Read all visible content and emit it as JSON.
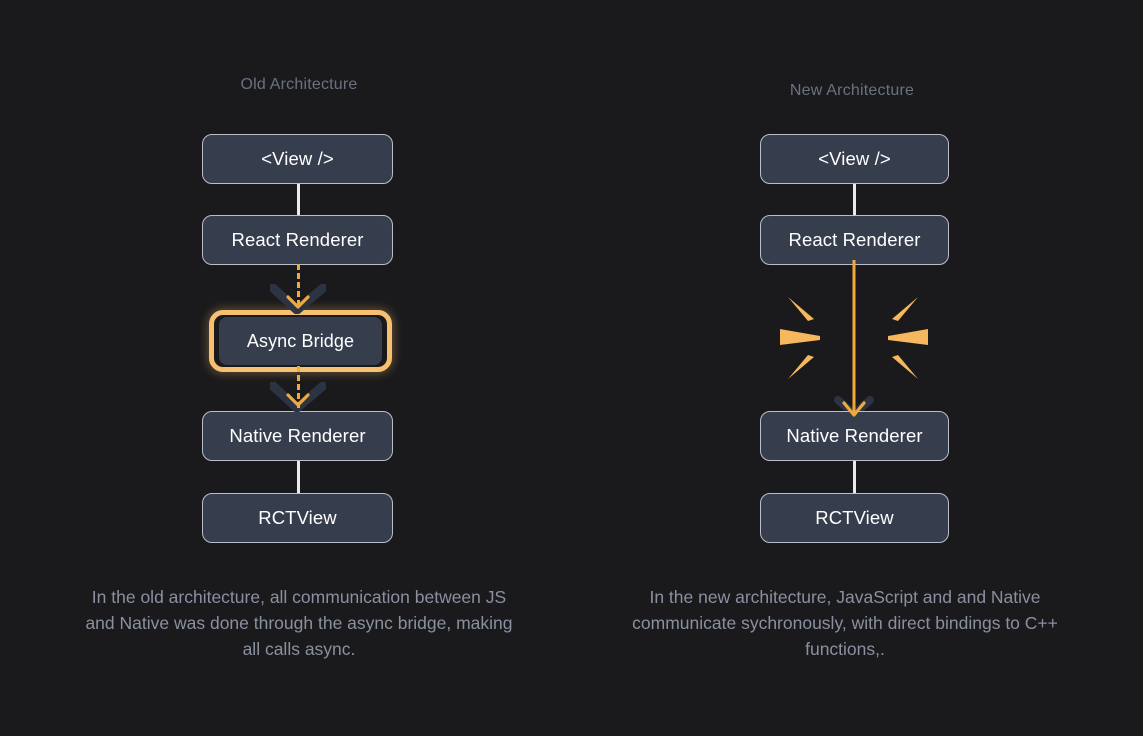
{
  "background_color": "#1a1a1c",
  "colors": {
    "node_fill": "#363d4d",
    "node_border": "#b9bec9",
    "node_text": "#ffffff",
    "accent_orange": "#f0a93c",
    "highlight_orange": "#f7c070",
    "heading_text": "#6b7183",
    "caption_text": "#8a90a0",
    "connector_line": "#e9eaee",
    "chevron_dark": "#2c3343"
  },
  "columns": {
    "old": {
      "title": "Old Architecture",
      "nodes": [
        {
          "label": "<View />",
          "highlighted": false
        },
        {
          "label": "React Renderer",
          "highlighted": false
        },
        {
          "label": "Async Bridge",
          "highlighted": true
        },
        {
          "label": "Native Renderer",
          "highlighted": false
        },
        {
          "label": "RCTView",
          "highlighted": false
        }
      ],
      "caption": "In the old architecture, all communication between JS and Native was done through the async bridge, making all calls async."
    },
    "new": {
      "title": "New Architecture",
      "nodes": [
        {
          "label": "<View />",
          "highlighted": false
        },
        {
          "label": "React Renderer",
          "highlighted": false
        },
        {
          "label": "Native Renderer",
          "highlighted": false
        },
        {
          "label": "RCTView",
          "highlighted": false
        }
      ],
      "caption": "In the new architecture, JavaScript and and Native communicate sychronously, with direct bindings to C++ functions,."
    }
  }
}
